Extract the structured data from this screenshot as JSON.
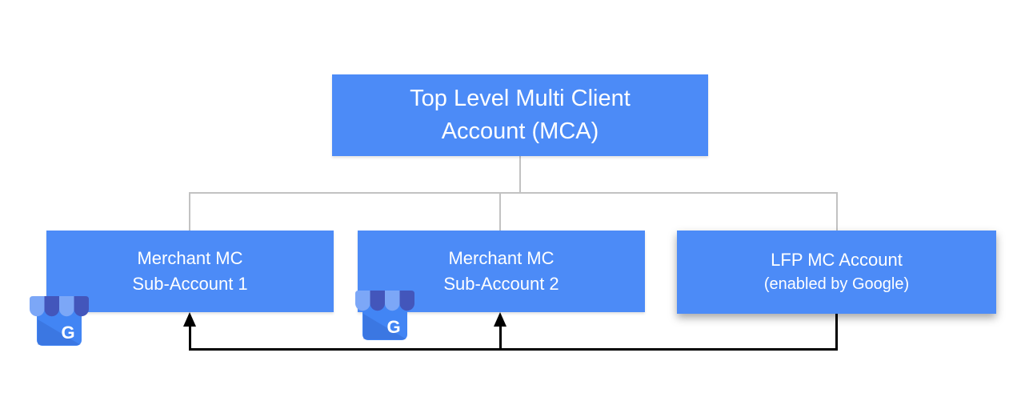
{
  "diagram": {
    "nodes": {
      "root": {
        "line1": "Top Level Multi Client",
        "line2": "Account (MCA)"
      },
      "sub1": {
        "line1": "Merchant MC",
        "line2": "Sub-Account 1"
      },
      "sub2": {
        "line1": "Merchant MC",
        "line2": "Sub-Account 2"
      },
      "lfp": {
        "line1": "LFP MC Account",
        "line2": "(enabled by Google)"
      }
    },
    "icon_letter": "G",
    "colors": {
      "box_fill": "#4c8bf7",
      "box_text": "#ffffff",
      "tree_connector": "#c2c2c2",
      "flow_arrow": "#000000",
      "icon_body": "#4285f4",
      "icon_fold_shade": "#1a3a8f",
      "icon_awning_light": "#7ca7f7",
      "icon_awning_dark": "#4356bb",
      "icon_letter_color": "#ffffff"
    }
  }
}
